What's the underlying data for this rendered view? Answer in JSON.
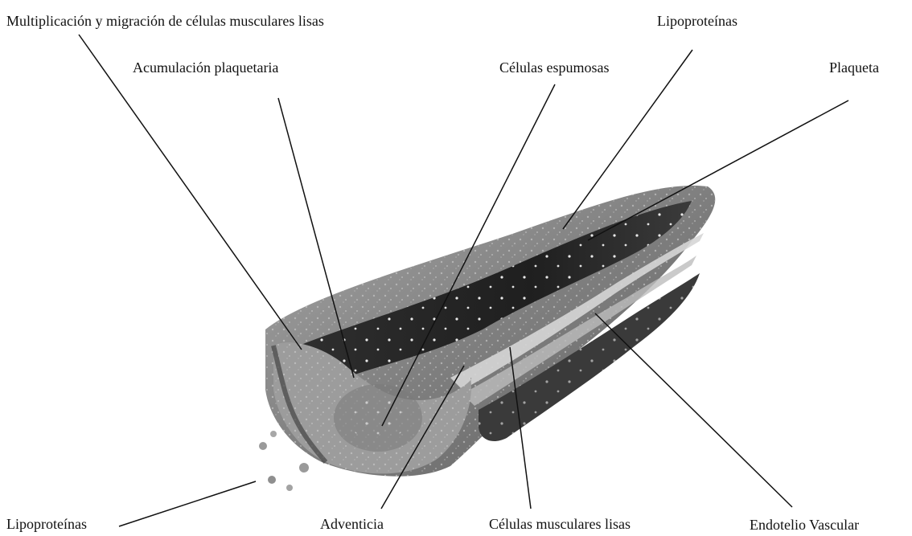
{
  "labels": {
    "smooth_muscle_migration": "Multiplicación y migración de células musculares lisas",
    "platelet_accumulation": "Acumulación plaquetaria",
    "foam_cells": "Células espumosas",
    "lipoproteins_top": "Lipoproteínas",
    "platelet": "Plaqueta",
    "lipoproteins_bottom": "Lipoproteínas",
    "adventitia": "Adventicia",
    "smooth_muscle_cells": "Células musculares lisas",
    "vascular_endothelium": "Endotelio Vascular"
  },
  "colors": {
    "ink": "#111111",
    "lumen_dark": "#2b2b2b",
    "wall_gray": "#8d8d8d",
    "wall_light": "#c9c9c9",
    "lipoprotein_dot": "#9a9a9a"
  }
}
